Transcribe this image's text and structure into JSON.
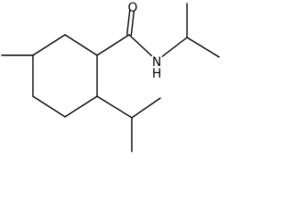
{
  "molecule": {
    "atoms": [
      {
        "id": "ring-c1",
        "label": ""
      },
      {
        "id": "ring-c2",
        "label": ""
      },
      {
        "id": "ring-c3",
        "label": ""
      },
      {
        "id": "ring-c4",
        "label": ""
      },
      {
        "id": "ring-c5",
        "label": ""
      },
      {
        "id": "ring-c6",
        "label": ""
      },
      {
        "id": "methyl-c",
        "label": ""
      },
      {
        "id": "carbonyl-c",
        "label": ""
      },
      {
        "id": "carbonyl-o",
        "label": "O"
      },
      {
        "id": "amide-n",
        "label": "N"
      },
      {
        "id": "amide-h",
        "label": "H"
      },
      {
        "id": "n-isopropyl-ch",
        "label": ""
      },
      {
        "id": "n-isopropyl-me1",
        "label": ""
      },
      {
        "id": "n-isopropyl-me2",
        "label": ""
      },
      {
        "id": "ring-isopropyl-ch",
        "label": ""
      },
      {
        "id": "ring-isopropyl-me1",
        "label": ""
      },
      {
        "id": "ring-isopropyl-me2",
        "label": ""
      }
    ],
    "bonds": [
      {
        "from": "ring-c1",
        "to": "ring-c2",
        "order": 1
      },
      {
        "from": "ring-c2",
        "to": "ring-c3",
        "order": 1
      },
      {
        "from": "ring-c3",
        "to": "ring-c4",
        "order": 1
      },
      {
        "from": "ring-c4",
        "to": "ring-c5",
        "order": 1
      },
      {
        "from": "ring-c5",
        "to": "ring-c6",
        "order": 1
      },
      {
        "from": "ring-c6",
        "to": "ring-c1",
        "order": 1
      },
      {
        "from": "ring-c5",
        "to": "methyl-c",
        "order": 1
      },
      {
        "from": "ring-c1",
        "to": "carbonyl-c",
        "order": 1
      },
      {
        "from": "carbonyl-c",
        "to": "carbonyl-o",
        "order": 2
      },
      {
        "from": "carbonyl-c",
        "to": "amide-n",
        "order": 1
      },
      {
        "from": "amide-n",
        "to": "n-isopropyl-ch",
        "order": 1
      },
      {
        "from": "n-isopropyl-ch",
        "to": "n-isopropyl-me1",
        "order": 1
      },
      {
        "from": "n-isopropyl-ch",
        "to": "n-isopropyl-me2",
        "order": 1
      },
      {
        "from": "ring-c2",
        "to": "ring-isopropyl-ch",
        "order": 1
      },
      {
        "from": "ring-isopropyl-ch",
        "to": "ring-isopropyl-me1",
        "order": 1
      },
      {
        "from": "ring-isopropyl-ch",
        "to": "ring-isopropyl-me2",
        "order": 1
      }
    ]
  }
}
